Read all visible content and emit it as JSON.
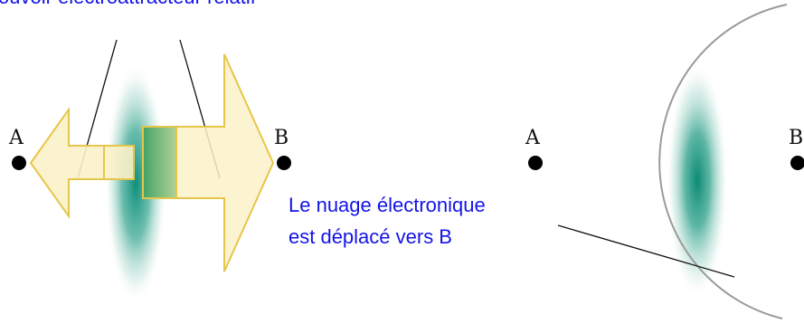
{
  "caption_top": "ouvoir électroattracteur relatif",
  "caption_cloud_line1": "Le nuage électronique",
  "caption_cloud_line2": "est déplacé vers B",
  "left_panel": {
    "atom_a": "A",
    "atom_b": "B"
  },
  "right_panel": {
    "atom_a": "A",
    "atom_b": "B"
  },
  "colors": {
    "caption": "#1414e6",
    "cloud": "#0e8f7a",
    "arrow_fill": "#fbf1c9",
    "arrow_stroke": "#e6c64a",
    "circle": "#9a9a9a"
  }
}
